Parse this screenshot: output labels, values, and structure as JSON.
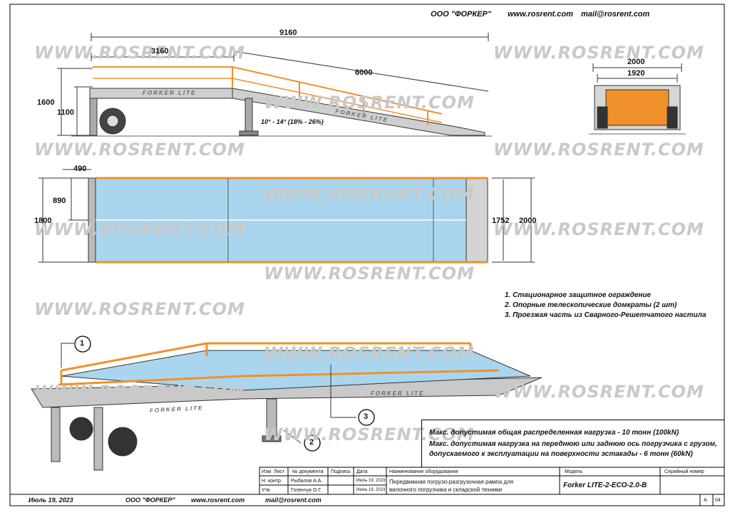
{
  "header": {
    "company": "ООО \"ФОРКЕР\"",
    "site": "www.rosrent.com",
    "mail": "mail@rosrent.com"
  },
  "watermark": "WWW.ROSRENT.COM",
  "side_view": {
    "total_length": "9160",
    "platform_length": "3160",
    "ramp_length": "6000",
    "height_rail": "1600",
    "height_deck": "1100",
    "angle_note": "10° - 14° (18% - 26%)",
    "brand_text": "FORKER LITE"
  },
  "rear_view": {
    "outer_width": "2000",
    "inner_width": "1920"
  },
  "top_view": {
    "dim_490": "490",
    "dim_890": "890",
    "dim_1800": "1800",
    "dim_1752": "1752",
    "dim_2000": "2000"
  },
  "legend": [
    "1.  Стационарное защитное ограждение",
    "2. Опорные телескопические домкраты (2 шт)",
    "3. Проезжая часть из Сварного-Решетчатого настила"
  ],
  "callouts": [
    "1",
    "2",
    "3"
  ],
  "loads": {
    "line1": "Макс.  допустимая общая распределенная нагрузка - 10 тонн (100kN)",
    "line2": "Макс.  допустимая  нагрузка на переднюю или заднюю ось погрузчика с грузом,",
    "line3": "допускаемого к эксплуатации на поверхности эстакады - 6 тонн (60kN)"
  },
  "title_block": {
    "col_izm": "Изм",
    "col_list": "Лист",
    "col_doc": "№ документа",
    "col_sign": "Подпись",
    "col_date": "Дата",
    "row_nkontr": "Н. контр.",
    "row_utv": "Утв.",
    "name_nkontr": "Рыбалов А.А.",
    "name_utv": "Голенчук О.Г.",
    "date_1": "Июль 19, 2023",
    "date_2": "Июль 19, 2023",
    "equipment_label": "Наименование оборудования",
    "equipment_name_1": "Передвижная погрузо-разгрузочная рампа для",
    "equipment_name_2": "вилочного погрузчика и складской техники",
    "model_label": "Модель",
    "model_value": "Forker LITE-2-ECO-2.0-B",
    "serial_label": "Серийный номер",
    "sheet_a": "A",
    "sheet_no": "04"
  },
  "footer": {
    "date": "Июль 19, 2023",
    "company": "ООО \"ФОРКЕР\"",
    "site": "www.rosrent.com",
    "mail": "mail@rosrent.com"
  },
  "colors": {
    "orange": "#f0902a",
    "steel": "#c8c8c8",
    "deck": "#a9d6ee",
    "watermark": "#c9c9c9"
  }
}
